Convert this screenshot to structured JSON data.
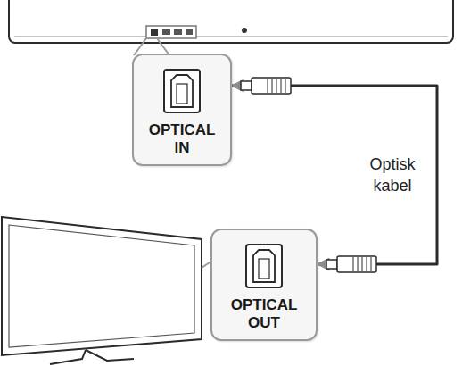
{
  "diagram": {
    "nodes": [
      {
        "text": [
          "OPTICAL IN"
        ]
      },
      {
        "text": [
          "OPTICAL OUT"
        ]
      }
    ],
    "edges": [
      {
        "from": 0,
        "to": 1,
        "label": "Optisk kabel",
        "arrow": "both"
      }
    ]
  }
}
